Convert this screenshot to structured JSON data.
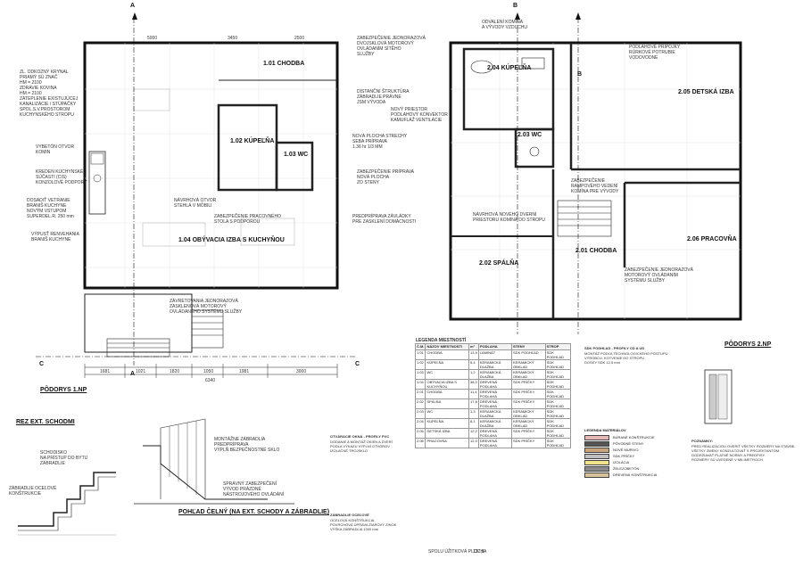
{
  "rooms": {
    "r101": "1.01 CHODBA",
    "r102": "1.02 KÚPEĽŇA",
    "r103": "1.03 WC",
    "r104": "1.04 OBÝVACIA IZBA S KUCHYŇOU",
    "r201": "2.01 CHODBA",
    "r202": "2.02 SPÁLŇA",
    "r203": "2.03 WC",
    "r204": "2.04 KÚPEĽŇA",
    "r205": "2.05 DETSKÁ IZBA",
    "r206": "2.06 PRACOVŇA"
  },
  "titles": {
    "floor1": "PÔDORYS 1.NP",
    "floor2": "PÔDORYS 2.NP",
    "section_stairs": "REZ EXT. SCHODMI",
    "front_view": "POHĽAD ČELNÝ (NA EXT. SCHODY A ZÁBRADLIE)"
  },
  "section_markers": [
    "A",
    "A",
    "B",
    "B",
    "C",
    "C"
  ],
  "annotations": {
    "left1": "ZL. ODKOZNÝ KRYNAL\nPRIAMÝ SÚ ZNAČ\nHM = 2100",
    "left2": "ZDRAVIE KOVINA\nHM = 2100",
    "left3": "ZATEPLENIE EXISTUJÚCEJ\nKANALIZÁCIE / STÚPAČKY\nSPOL.S.V.PROSTOROM\nKUCHYNSKÉHO STROPU",
    "left4": "VYBETÓN OTVOR\nKOMIN",
    "left5": "KREDEN KUCHYNSKÉ\nSÚČASTI (CIS)\nKONZOLOVÉ PODPORY",
    "left6": "DOSADIŤ VETRANIE\nBRANIŠ KUCHYNE\nNOVÝM VSTUPOM\nSUPERDEL.R. 250 mm",
    "left7": "VÝPUSŤ RENVEHANIA\nBRANIŠ KUCHYNE",
    "mid1": "ZABEZPEČENIE PRACOVNÉHO\nSTOLA S PODPOROU",
    "mid2": "NÁVRHOVÁ OTVOR\nSTEHLÁ V MÓBILI",
    "mid3": "ZABEZPEČENIE JEDNORAZOVÁ\nDVOJSKLOVÁ MOTOROVÝ\nOVLÁDANÍM SÍTĚHO\nSLUŽBY",
    "mid4": "ZÁVRETOVANIA JEDNORAZOVÁ\nZASKLENOVÁ MOTOROVÝ\nOVLÁDANÉHO SYSTÉMU SLUŽBY",
    "mid5": "DISTANČNÍ ŠTRUKTÚRA\nZÁBRADLIE PRÁVNE\nJSM VÝVODA",
    "center1": "NOVÁ PLOCHA STRECHY\nSEBA PRÍPRAVA\n1.36 hr 1/3 MM",
    "center2": "ZABEZPEČENIE PRÍPRAVA\nNOVÁ PLOCHA\nZO STENY",
    "center3": "PREDPRÍPRAVA ZÁVLÁDKY\nPRE ZASKLENÍ DOMÁCNOSTI",
    "stairs1": "SCHODISKO\nNA PRÍSTUP DO BYTU\nZÁBRADLIE",
    "stairs2": "ZÁBRADLIE OCEĽOVÉ\nKONŠTRUKCIE",
    "front1": "MONTÁŽNE ZÁBRADLIA\nPREDPRÍPRAVA\nVÝPLŇ BEZPEČNOSTNÉ SKLO",
    "front2": "SPRÁVNÝ ZABEZPEČENÍ\nVÝVOD PRÁZDNÉ\nNÁSTROJOVÉHO OVLÁDÁNÍ",
    "r2top": "ODVALENÍ KOMÍNA\nA VÝVODY VZDUCHU",
    "r2mid": "NOVÝ PRIESTOR\nPODLAHOVÝ KONVEKTOR\nKAMUFLÁŽ VENTILÁCIE",
    "r2low": "NÁVRHOVÁ NOVÉHO DVERNÍ\nPRIESTORU KOMÍNA DO STROPU",
    "r2right1": "PODLAHOVÉ PRÍPOJKY\nRÚRKOVÉ POTRUBIE\nVODOVODNÉ",
    "r2right2": "ZABEZPEČENIE JEDNORAZOVÁ\nMOTOROVÝ OVLÁDANÍM\nSYSTÉMU SLUŽBY",
    "r2right3": "ZABEZPEČENIE\nRAMPOVÉHO VEDENÍ\nKOMÍNA PRE VÝVODY"
  },
  "table": {
    "heading": "LEGENDA MIESTNOSTÍ",
    "columns": [
      "Č.M.",
      "NÁZOV MIESTNOSTI",
      "m²",
      "PODLAHA",
      "STENY",
      "STROP"
    ],
    "rows": [
      [
        "1.01",
        "CHODBA",
        "13,9",
        "LAMINÁT",
        "SDK PODHĽAD",
        "SDK PODHĽAD"
      ],
      [
        "1.02",
        "KÚPEĽŇA",
        "5,4",
        "KERAMICKÁ DLAŽBA",
        "KERAMICKÝ OBKLAD",
        "SDK PODHĽAD"
      ],
      [
        "1.03",
        "WC",
        "1,2",
        "KERAMICKÁ DLAŽBA",
        "KERAMICKÝ OBKLAD",
        "SDK PODHĽAD"
      ],
      [
        "1.04",
        "OBÝVACIA IZBA S KUCHYŇOU",
        "38,0",
        "DREVENÁ PODLAHA",
        "SDK PRÍČKY",
        "SDK PODHĽAD"
      ],
      [
        "2.01",
        "CHODBA",
        "11,4",
        "DREVENÁ PODLAHA",
        "SDK PRÍČKY",
        "SDK PODHĽAD"
      ],
      [
        "2.02",
        "SPÁLŇA",
        "17,8",
        "DREVENÁ PODLAHA",
        "SDK PRÍČKY",
        "SDK PODHĽAD"
      ],
      [
        "2.03",
        "WC",
        "1,3",
        "KERAMICKÁ DLAŽBA",
        "KERAMICKÝ OBKLAD",
        "SDK PODHĽAD"
      ],
      [
        "2.04",
        "KÚPEĽŇA",
        "8,1",
        "KERAMICKÁ DLAŽBA",
        "KERAMICKÝ OBKLAD",
        "SDK PODHĽAD"
      ],
      [
        "2.05",
        "DETSKÁ IZBA",
        "12,2",
        "DREVENÁ PODLAHA",
        "SDK PRÍČKY",
        "SDK PODHĽAD"
      ],
      [
        "2.06",
        "PRACOVŇA",
        "12,0",
        "DREVENÁ PODLAHA",
        "SDK PRÍČKY",
        "SDK PODHĽAD"
      ]
    ],
    "total_label": "SPOLU ÚŽITKOVÁ PLOCHA",
    "total_value": "137,8"
  },
  "legend": {
    "heading": "LEGENDA MATERIÁLOV",
    "items": [
      {
        "label": "BÚRANÉ KONŠTRUKCIE",
        "color": "#e6b8b8"
      },
      {
        "label": "PÔVODNÉ STENY",
        "color": "#555555"
      },
      {
        "label": "NOVÉ MURIVO",
        "color": "#c9a37a"
      },
      {
        "label": "SDK PRÍČKY",
        "color": "#bfbfbf"
      },
      {
        "label": "IZOLÁCIA",
        "color": "#f2e28c"
      },
      {
        "label": "ŽELEZOBETÓN",
        "color": "#8a8a8a"
      },
      {
        "label": "DREVENÁ KONŠTRUKCIA",
        "color": "#d9c29a"
      }
    ]
  },
  "notes": {
    "general_heading": "POZNÁMKY:",
    "general": "PRED REALIZÁCIOU OVERIŤ VŠETKY ROZMERY NA STAVBE.\nVŠETKY ZMENY KONZULTOVAŤ S PROJEKTANTOM.\nDODRŽIAVAŤ PLATNÉ NORMY A PREDPISY.\nROZMERY SÚ UVEDENÉ V MILIMETROCH.",
    "ceiling_heading": "SDK PODHĽAD - PROFILY CD A UD",
    "ceiling": "MONTÁŽ PODĽA TECHNOLOGICKÉHO POSTUPU\nVÝROBCU, KOTVENIE DO STROPU\nDOSKY SDK 12,5 mm",
    "stairs_heading": "OTVÁRACIE OKNÁ - PROFILY PVC",
    "stairs": "DODANIE A MONTÁŽ OKIEN A DVERÍ\nPODĽA VÝKAZU VÝPLNÍ OTVOROV\nIZOLAČNÉ TROJSKLO",
    "railing_heading": "ZÁBRADLIE OCEĽOVÉ",
    "railing": "OCEĽOVÁ KONŠTRUKCIA\nPOVRCHOVÁ ÚPRAVA ŽIAROVÝ ZINOK\nVÝŠKA ZÁBRADLIA 1000 mm"
  },
  "dims": {
    "top1": "5000",
    "top2": "3450",
    "top3": "2500",
    "bot1": "1681",
    "bot2": "1021",
    "bot3": "1820",
    "bot4": "1050",
    "bot5": "1981",
    "bot6": "3000",
    "bot7": "6340"
  }
}
